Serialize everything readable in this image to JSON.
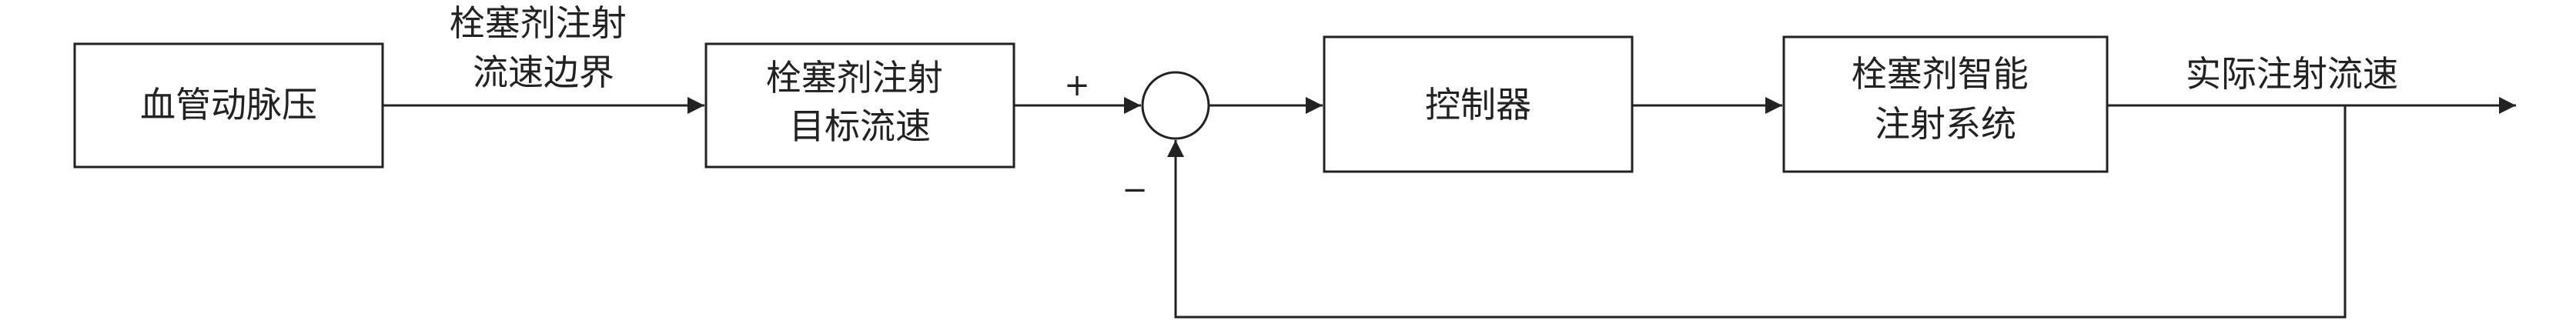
{
  "blocks": {
    "arterial_pressure": "血管动脉压",
    "target_flow": [
      "栓塞剂注射",
      "目标流速"
    ],
    "controller": "控制器",
    "smart_system": [
      "栓塞剂智能",
      "注射系统"
    ]
  },
  "edges": {
    "flow_boundary": [
      "栓塞剂注射",
      "流速边界"
    ],
    "actual_flow": "实际注射流速"
  },
  "signs": {
    "plus": "+",
    "minus": "−"
  }
}
